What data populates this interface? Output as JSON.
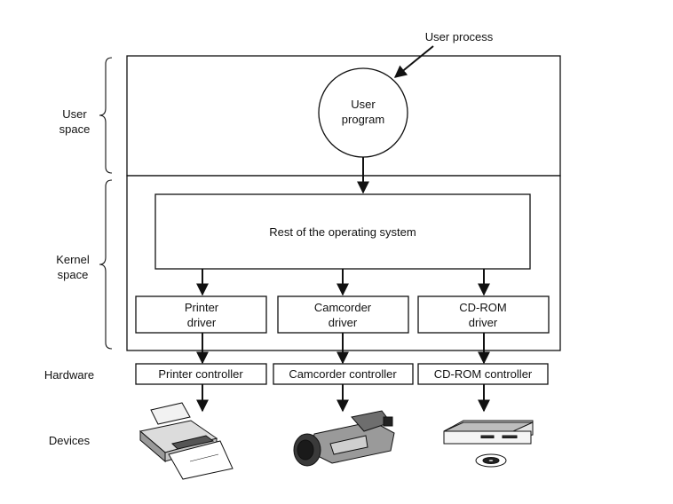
{
  "labels": {
    "user_process": "User process",
    "user_space": [
      "User",
      "space"
    ],
    "kernel_space": [
      "Kernel",
      "space"
    ],
    "hardware": "Hardware",
    "devices": "Devices"
  },
  "user_program": [
    "User",
    "program"
  ],
  "os_box": "Rest of the operating system",
  "drivers": [
    {
      "line1": "Printer",
      "line2": "driver"
    },
    {
      "line1": "Camcorder",
      "line2": "driver"
    },
    {
      "line1": "CD-ROM",
      "line2": "driver"
    }
  ],
  "controllers": [
    "Printer controller",
    "Camcorder controller",
    "CD-ROM controller"
  ],
  "devices": [
    {
      "icon": "printer-icon"
    },
    {
      "icon": "camcorder-icon"
    },
    {
      "icon": "cdrom-drive-icon"
    }
  ]
}
